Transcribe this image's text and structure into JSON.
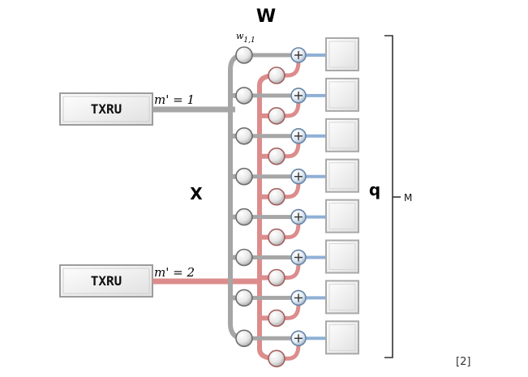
{
  "labels": {
    "W": "W",
    "w_elem": "w",
    "w_sub": "1,1",
    "X": "X",
    "q": "q",
    "M": "M",
    "ref": "[2]"
  },
  "txru": [
    {
      "label": "TXRU",
      "mapping": "m' = 1"
    },
    {
      "label": "TXRU",
      "mapping": "m' = 2"
    }
  ],
  "colors": {
    "gray_line": "#a6a6a6",
    "pink_line": "#dc8c8c",
    "blue_line": "#8fb0d6",
    "box_fill": "#f2f2f2",
    "box_stroke": "#a9a9a9"
  },
  "rows": 8
}
